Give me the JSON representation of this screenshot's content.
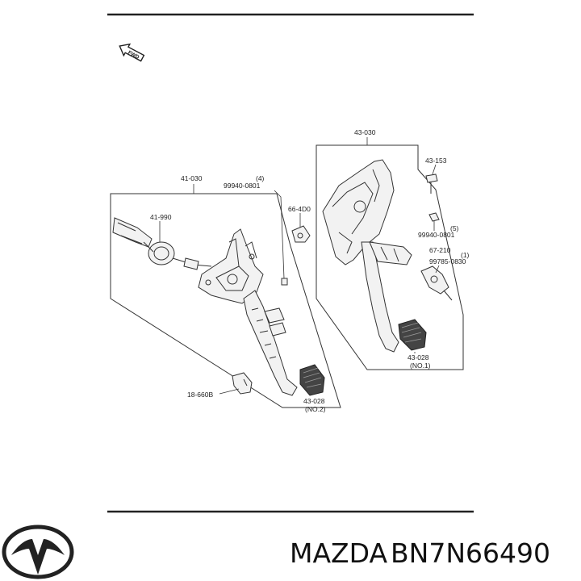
{
  "direction_marker": {
    "text": "FWD",
    "icon": "fwd-arrow-icon"
  },
  "callouts": {
    "assembly_41_030": "41-030",
    "assembly_43_030": "43-030",
    "part_41_990": "41-990",
    "part_66_4d0": "66-4D0",
    "part_43_153": "43-153",
    "part_67_210": "67-210",
    "part_18_660b": "18-660B",
    "part_99940_0801_a": "99940-0801",
    "qty_4": "(4)",
    "part_99940_0801_b": "99940-0801",
    "qty_5": "(5)",
    "part_99785_0830": "99785-0830",
    "qty_1": "(1)",
    "pad_no1_code": "43-028",
    "pad_no1_note": "(NO.1)",
    "pad_no2_code": "43-028",
    "pad_no2_note": "(NO.2)"
  },
  "brand": {
    "name": "MAZDA",
    "part_number": "BN7N66490",
    "logo": "mazda-logo-icon"
  }
}
